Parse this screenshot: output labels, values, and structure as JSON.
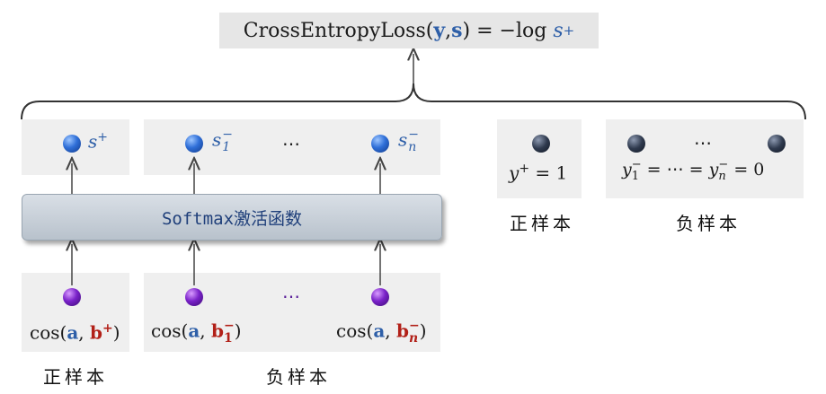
{
  "loss": {
    "name": "CrossEntropyLoss",
    "y": "y",
    "s": "s",
    "eq": " = −log ",
    "result_var": "s",
    "result_sup": "+"
  },
  "softmax_label": "Softmax激活函数",
  "outputs": {
    "pos": {
      "var": "s",
      "sup": "+"
    },
    "neg_first": {
      "var": "s",
      "sub": "1",
      "sup": "−"
    },
    "neg_last": {
      "var": "s",
      "sub": "n",
      "sup": "−"
    },
    "ellipsis": "⋯"
  },
  "inputs": {
    "func": "cos",
    "a": "a",
    "b": "b",
    "pos_sup": "+",
    "neg_first_sub": "1",
    "neg_last_sub": "n",
    "neg_sup": "−",
    "ellipsis": "⋯"
  },
  "labels": {
    "positive": "正样本",
    "negative": "负样本"
  },
  "targets": {
    "pos": {
      "var": "y",
      "sup": "+",
      "value": "= 1"
    },
    "neg": {
      "first_var": "y",
      "first_sub": "1",
      "sup": "−",
      "mid": " = ⋯ = ",
      "last_var": "y",
      "last_sub": "n",
      "value": " = 0"
    },
    "ellipsis": "⋯"
  },
  "colors": {
    "blue": "#2e5fa8",
    "red": "#b22018",
    "panel": "#efefef",
    "softmax_text": "#1f3f7a"
  }
}
